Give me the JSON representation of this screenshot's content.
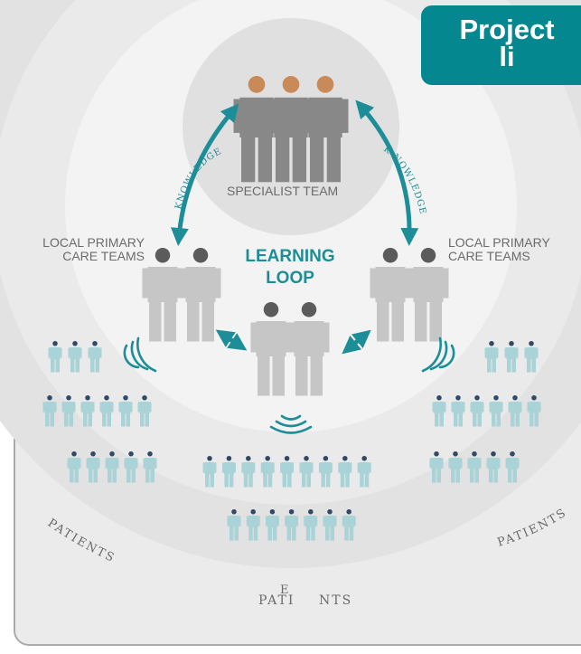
{
  "banner": {
    "line1": "Project",
    "line2": "li"
  },
  "specialist_label": "SPECIALIST TEAM",
  "learning_loop": {
    "line1": "LEARNING",
    "line2": "LOOP"
  },
  "local_left": {
    "line1": "LOCAL PRIMARY",
    "line2": "CARE TEAMS"
  },
  "local_right": {
    "line1": "LOCAL PRIMARY",
    "line2": "CARE TEAMS"
  },
  "knowledge_left": "KNOWLEDGE",
  "knowledge_right": "K NOWLEDGE",
  "patients_left": "PATIENTS",
  "patients_right": "PATIENTS",
  "patients_bottom": {
    "part1": "PATI",
    "part2": "NTS",
    "e": "E"
  },
  "colors": {
    "teal": "#1d8e98",
    "banner": "#04878f",
    "patient": "#a9d3d6",
    "patient_head": "#2e4a66",
    "specialist_head": "#c98a5a",
    "team_body": "#c6c6c6",
    "specialist_body": "#888888",
    "dark_head": "#5b5b5b"
  }
}
